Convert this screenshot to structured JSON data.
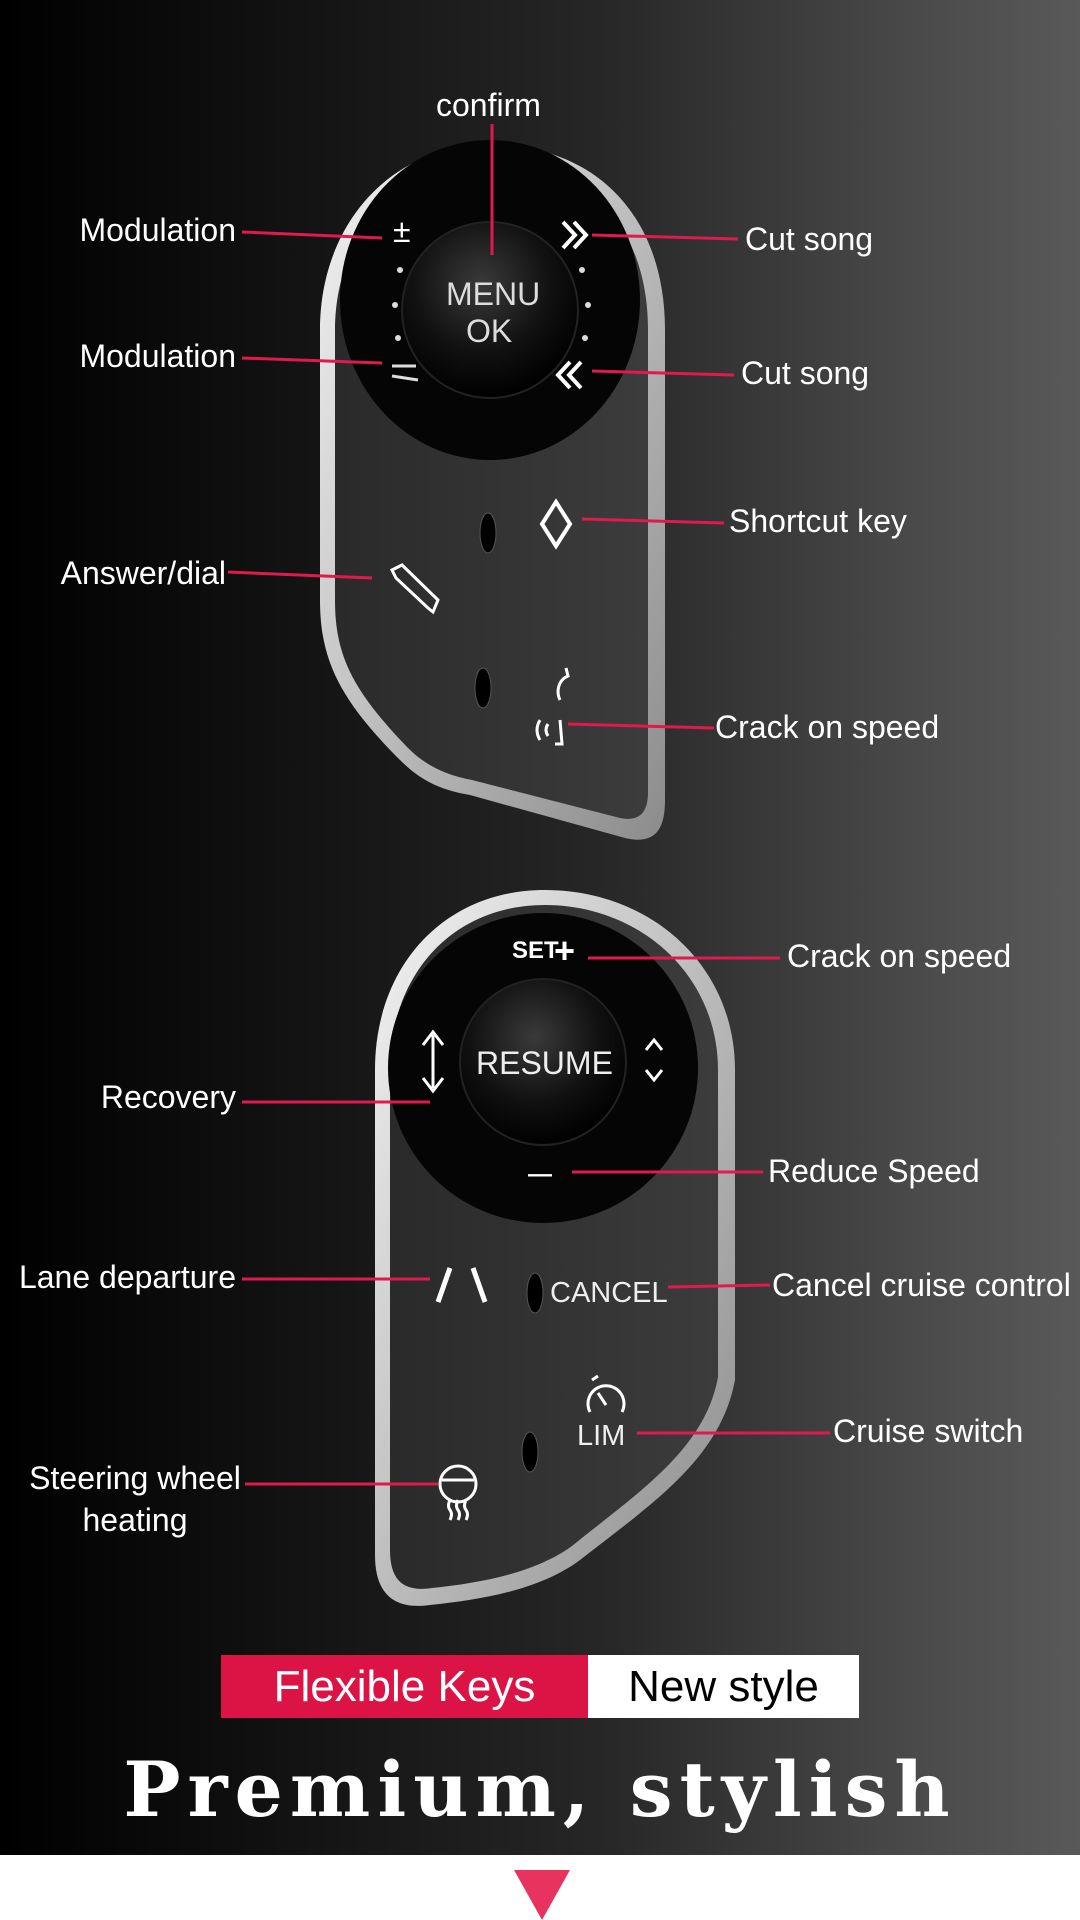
{
  "labels": {
    "confirm": "confirm",
    "modulation_up": "Modulation",
    "modulation_down": "Modulation",
    "cut_song_next": "Cut song",
    "cut_song_prev": "Cut song",
    "shortcut_key": "Shortcut key",
    "answer_dial": "Answer/dial",
    "voice": "Crack on speed",
    "set_plus": "Crack on speed",
    "recovery": "Recovery",
    "reduce_speed": "Reduce Speed",
    "lane_departure": "Lane departure",
    "cancel_cruise": "Cancel cruise control",
    "cruise_switch": "Cruise switch",
    "wheel_heating_1": "Steering wheel",
    "wheel_heating_2": "heating"
  },
  "top_pad": {
    "menu": "MENU",
    "ok": "OK",
    "plus_symbol": "±"
  },
  "bottom_pad": {
    "set": "SET",
    "plus": "+",
    "resume": "RESUME",
    "minus": "—",
    "cancel": "CANCEL",
    "lim": "LIM"
  },
  "badges": {
    "primary": "Flexible Keys",
    "secondary": "New style"
  },
  "headline": "Premium, stylish",
  "colors": {
    "accent": "#db1445",
    "leader_line": "#e0194e",
    "arrow": "#e8335f"
  },
  "icons": [
    "next-track-icon",
    "previous-track-icon",
    "diamond-shortcut-icon",
    "phone-handset-icon",
    "voice-command-icon",
    "scroll-arrows-icon",
    "lane-departure-icon",
    "speed-limiter-icon",
    "steering-heat-icon",
    "down-arrow-icon"
  ]
}
